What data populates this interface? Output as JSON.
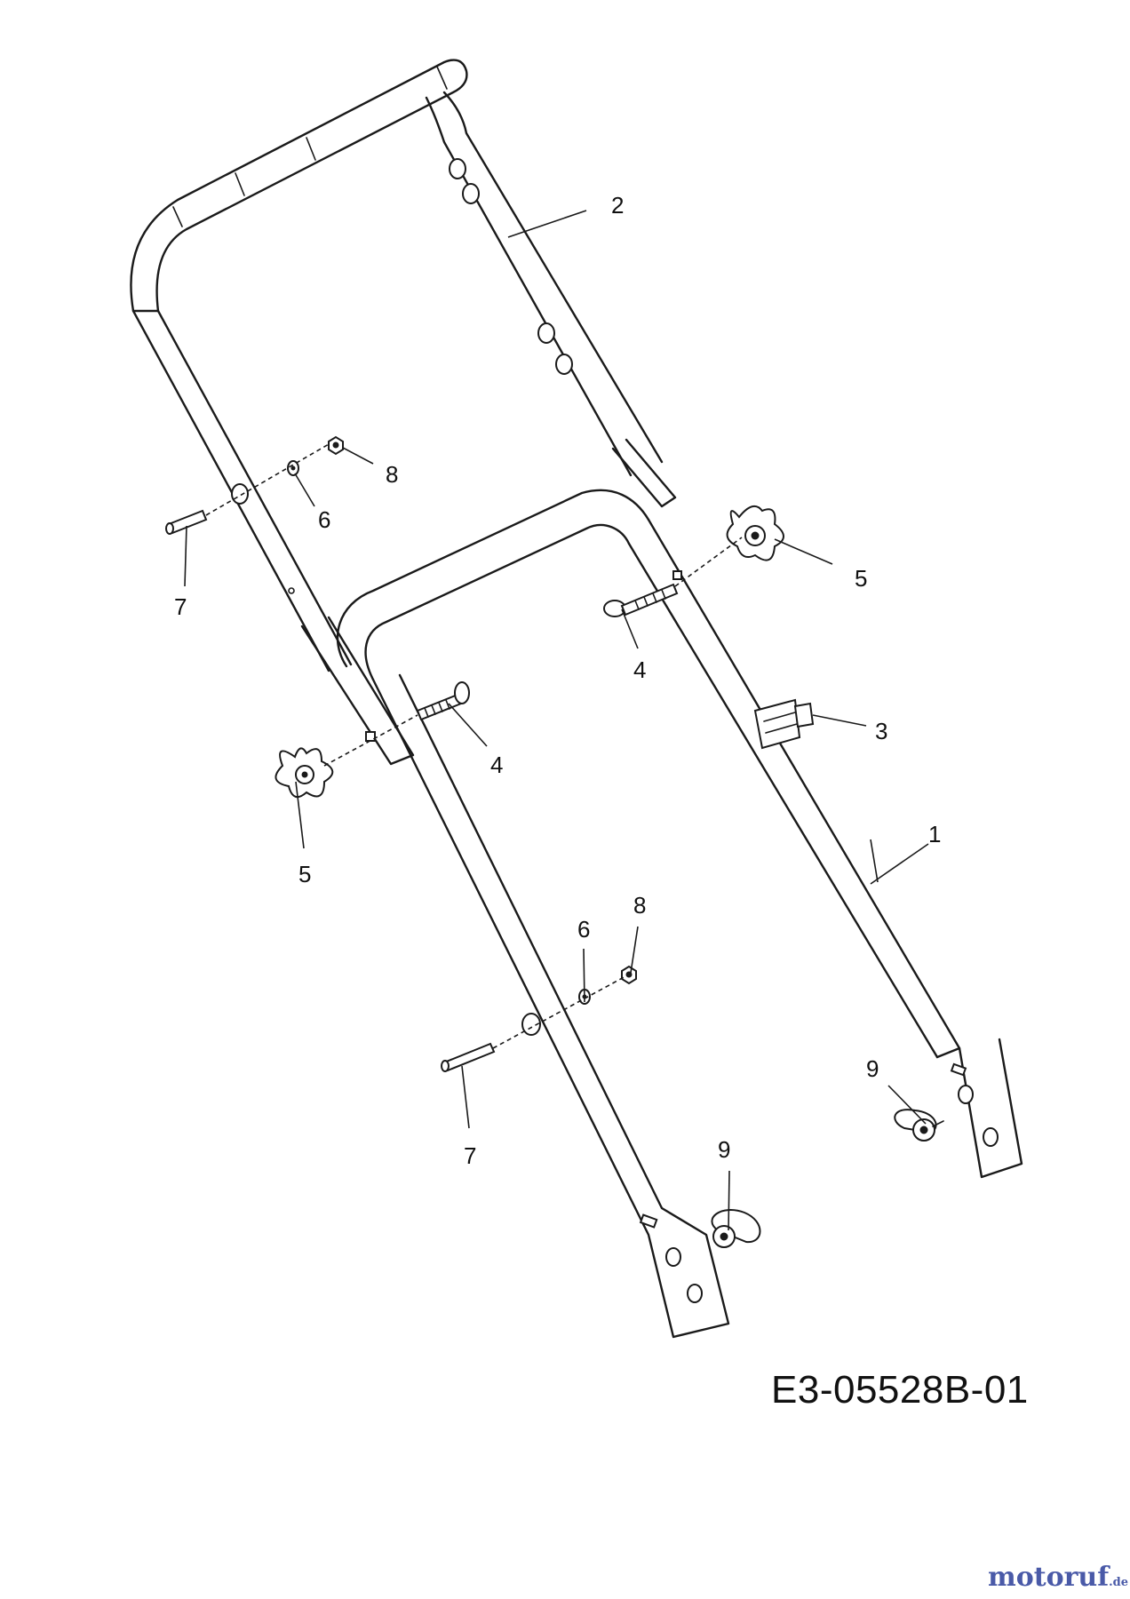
{
  "diagram": {
    "drawing_code": "E3-05528B-01",
    "callouts": {
      "c1": "1",
      "c2": "2",
      "c3": "3",
      "c4a": "4",
      "c4b": "4",
      "c5a": "5",
      "c5b": "5",
      "c6a": "6",
      "c6b": "6",
      "c7a": "7",
      "c7b": "7",
      "c8a": "8",
      "c8b": "8",
      "c9a": "9",
      "c9b": "9"
    }
  },
  "watermark": {
    "brand": "motoruf",
    "tld": ".de"
  }
}
